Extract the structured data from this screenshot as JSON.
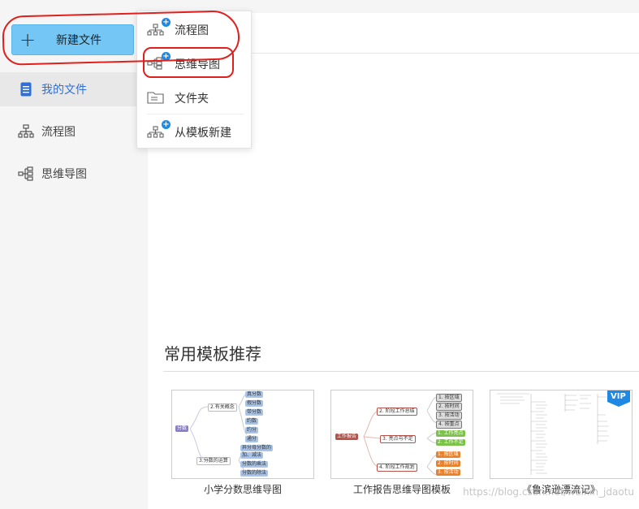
{
  "sidebar": {
    "new_button_label": "新建文件",
    "items": [
      {
        "label": "我的文件",
        "icon": "file-icon",
        "active": true
      },
      {
        "label": "流程图",
        "icon": "flowchart-icon",
        "active": false
      },
      {
        "label": "思维导图",
        "icon": "mindmap-icon",
        "active": false
      }
    ]
  },
  "dropdown": {
    "items": [
      {
        "label": "流程图",
        "icon": "flowchart-add-icon"
      },
      {
        "label": "思维导图",
        "icon": "mindmap-add-icon"
      },
      {
        "label": "文件夹",
        "icon": "folder-icon"
      },
      {
        "label": "从模板新建",
        "icon": "template-add-icon"
      }
    ]
  },
  "templates": {
    "title": "常用模板推荐",
    "cards": [
      {
        "caption": "小学分数思维导图",
        "nodes": [
          "分数",
          "2.有关概念",
          "3.分数的运算",
          "真分数",
          "假分数",
          "带分数",
          "约数",
          "约分",
          "通分",
          "异分母分数的",
          "加、减法",
          "分数的乘法",
          "分数的除法"
        ]
      },
      {
        "caption": "工作报告思维导图模板",
        "nodes": [
          "工作报告",
          "2. 阶段工作总结",
          "3. 亮点与不足",
          "4. 阶段工作规划",
          "1. 按区域",
          "2. 按时间",
          "3. 按活动",
          "4. 按重点",
          "1. 工作亮点",
          "2. 工作不足",
          "1. 按区域",
          "2. 按时间",
          "3. 按活动"
        ]
      },
      {
        "caption": "《鲁滨逊漂流记》",
        "badge": "VIP"
      }
    ]
  },
  "watermark": "https://blog.csdn.net/weixin_jdaotu",
  "colors": {
    "accent": "#2e6fd8",
    "new_button": "#74c7f4",
    "annotation": "#e0201c",
    "vip": "#1e88e5"
  }
}
